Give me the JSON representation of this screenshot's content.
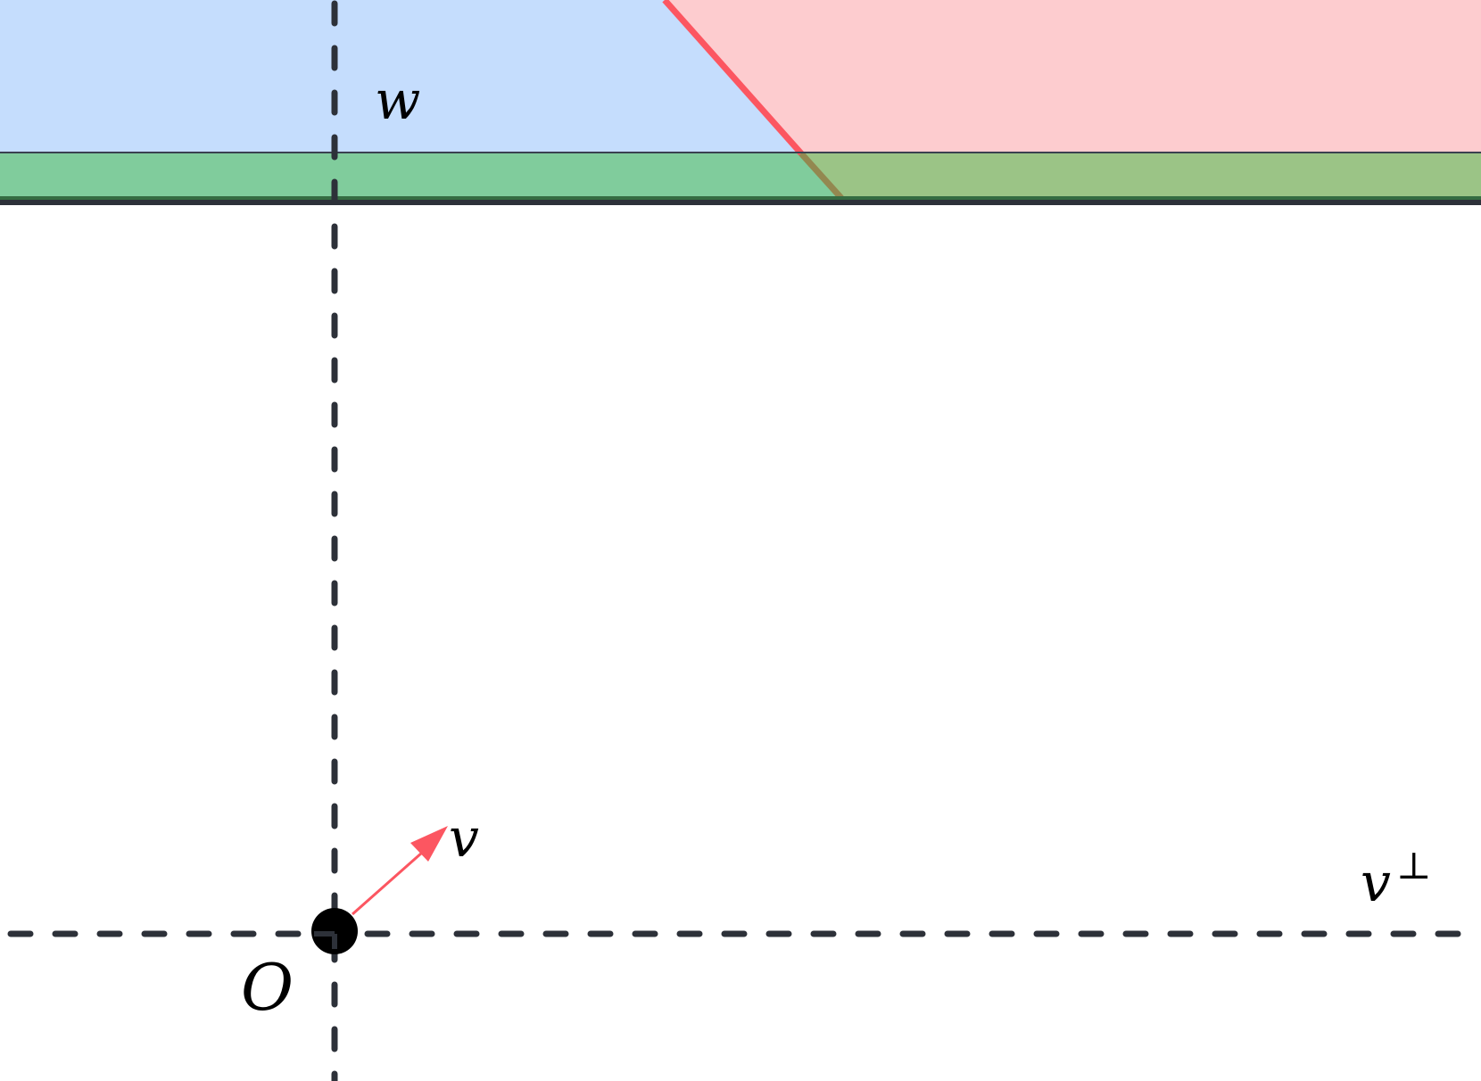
{
  "diagram": {
    "labels": {
      "w": "w",
      "v": "v",
      "v_perp": "v",
      "perp_symbol": "⊥",
      "origin": "O"
    },
    "colors": {
      "blue_region": "#c5ddfd",
      "red_region": "#fdcccf",
      "green_band": "#80cc9c",
      "overlap_band": "#9bc486",
      "red_line": "#fc5661",
      "axis_dashed": "#2d3139",
      "band_border": "#2d3139",
      "origin_dot": "#000000"
    },
    "elements": [
      "blue half-plane region above line w",
      "red half-plane region bounded by diagonal red line",
      "green band (slab) between two horizontal lines",
      "dashed vertical axis through origin",
      "dashed horizontal axis v-perp through origin",
      "red arrow vector v from origin",
      "origin point O"
    ]
  }
}
